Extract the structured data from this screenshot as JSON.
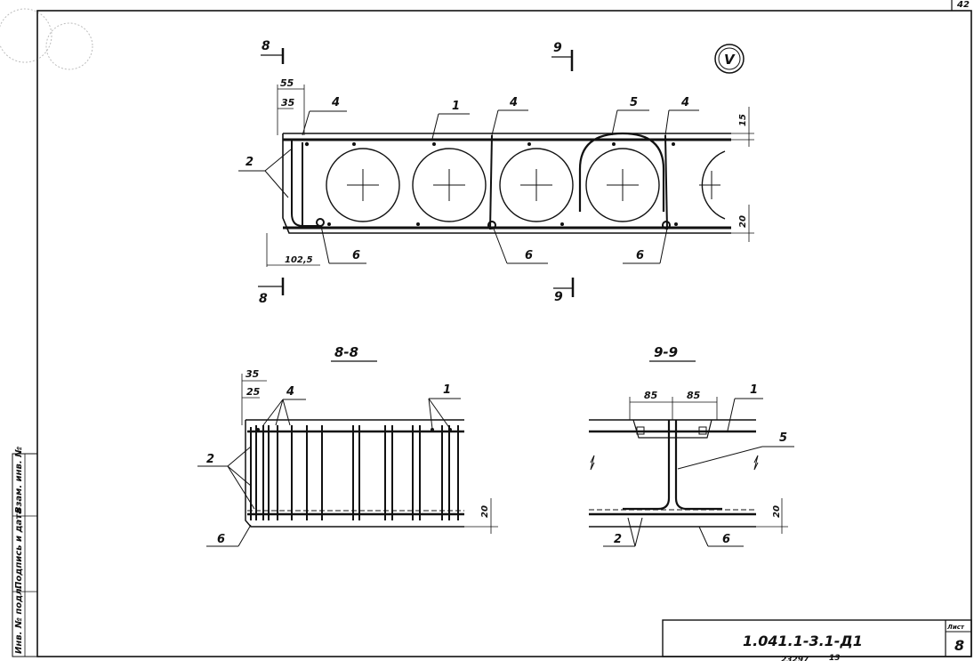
{
  "sheet": {
    "corner_page": "42",
    "doc_code": "1.041.1-3.1-Д1",
    "sheet_label": "Лист",
    "sheet_number": "8",
    "archive_number": "23297",
    "archive_suffix": "13",
    "stamp_circle": "V"
  },
  "side_stamp": {
    "inv_podl": "Инв. № подл.",
    "podpis_data": "Подпись и дата",
    "vzam_inv": "Взам. инв. №"
  },
  "main_section": {
    "cut_marks": {
      "left_top": "8",
      "left_bottom": "8",
      "mid_top": "9",
      "mid_bottom": "9"
    },
    "dims": {
      "d55": "55",
      "d35": "35",
      "d1025": "102,5",
      "d15": "15",
      "d20": "20"
    },
    "callouts": {
      "c1": "1",
      "c2": "2",
      "c4a": "4",
      "c4b": "4",
      "c4c": "4",
      "c5": "5",
      "c6a": "6",
      "c6b": "6",
      "c6c": "6"
    }
  },
  "section_8_8": {
    "title": "8-8",
    "dims": {
      "d35": "35",
      "d25": "25",
      "d20": "20"
    },
    "callouts": {
      "c1": "1",
      "c2": "2",
      "c4": "4",
      "c6": "6"
    }
  },
  "section_9_9": {
    "title": "9-9",
    "dims": {
      "d85a": "85",
      "d85b": "85",
      "d20": "20"
    },
    "callouts": {
      "c1": "1",
      "c2": "2",
      "c5": "5",
      "c6": "6"
    }
  }
}
